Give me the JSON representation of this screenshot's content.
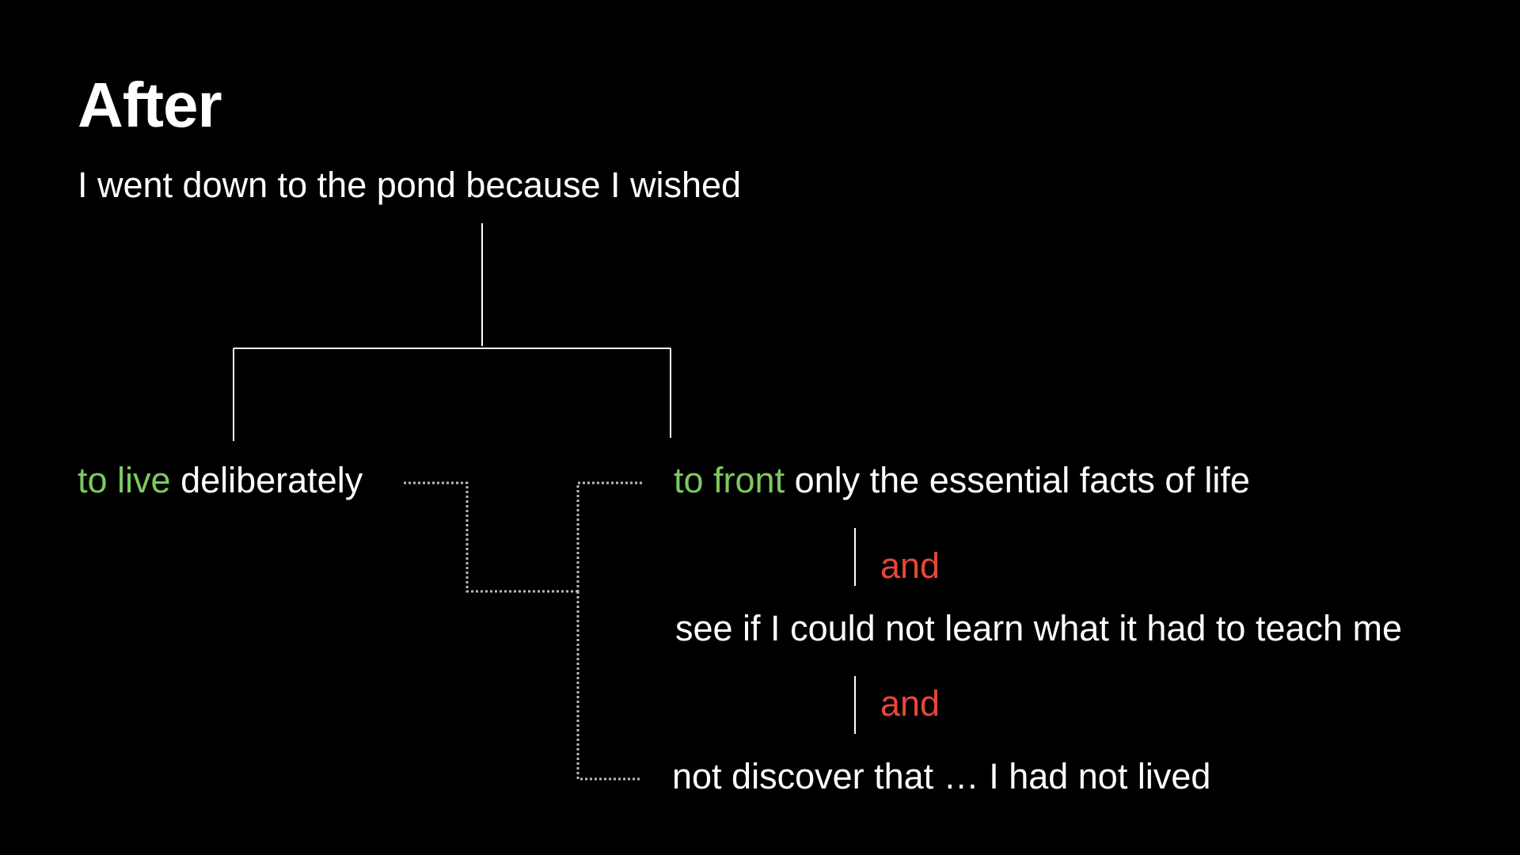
{
  "slide": {
    "title": "After",
    "main_clause": "I went down to the pond because I wished",
    "clause_live": {
      "infinitive": "to live",
      "rest": " deliberately"
    },
    "clause_front": {
      "infinitive": "to front",
      "rest": " only the essential facts of life"
    },
    "clause_see": "see if I could not learn what it had to teach me",
    "clause_discover": "not discover that … I had not lived",
    "conjunction_1": "and",
    "conjunction_2": "and"
  },
  "colors": {
    "background": "#000000",
    "text": "#ffffff",
    "infinitive_highlight": "#7dc95e",
    "conjunction_highlight": "#e2483b",
    "dotted_connector": "#bbbbbb"
  }
}
